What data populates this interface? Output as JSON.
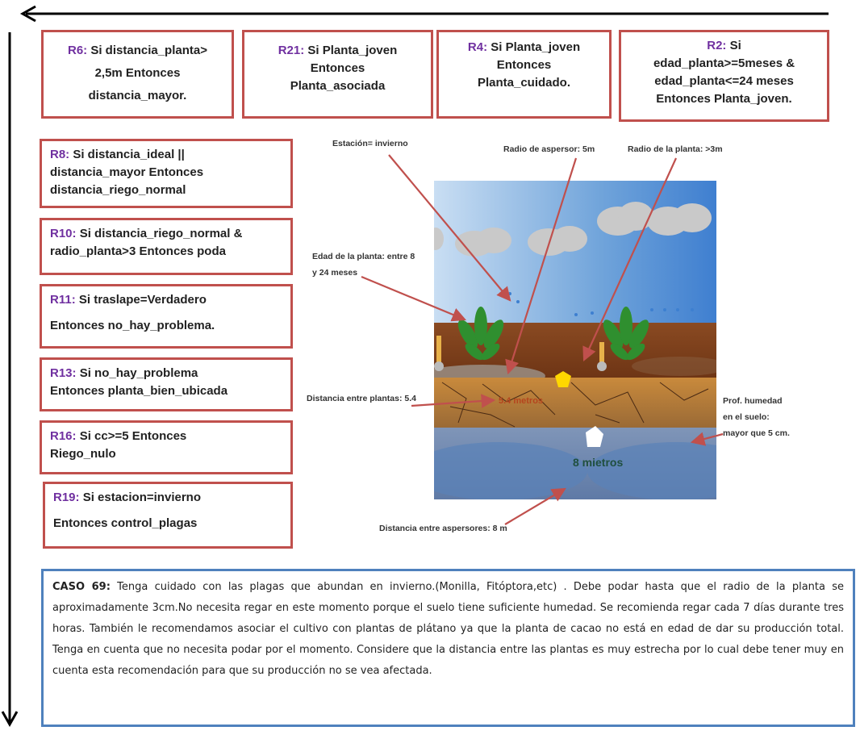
{
  "rules": {
    "r6": {
      "id": "R6:",
      "line1": "Si distancia_planta>",
      "line2": "2,5m Entonces",
      "line3": "distancia_mayor."
    },
    "r21": {
      "id": "R21:",
      "line1": "Si Planta_joven",
      "line2": "Entonces",
      "line3": "Planta_asociada"
    },
    "r4": {
      "id": "R4:",
      "line1": "Si Planta_joven",
      "line2": "Entonces",
      "line3": "Planta_cuidado."
    },
    "r2": {
      "id": "R2:",
      "line1": "Si",
      "line2": "edad_planta>=5meses &",
      "line3": "edad_planta<=24 meses",
      "line4": "Entonces Planta_joven."
    },
    "r8": {
      "id": "R8:",
      "line1": "Si distancia_ideal ||",
      "line2": "distancia_mayor Entonces",
      "line3": "distancia_riego_normal"
    },
    "r10": {
      "id": "R10:",
      "line1": "Si distancia_riego_normal &",
      "line2": "radio_planta>3 Entonces poda"
    },
    "r11": {
      "id": "R11:",
      "line1": "Si traslape=Verdadero",
      "line2": "Entonces no_hay_problema."
    },
    "r13": {
      "id": "R13:",
      "line1": "Si no_hay_problema",
      "line2": "Entonces planta_bien_ubicada"
    },
    "r16": {
      "id": "R16:",
      "line1": "Si cc>=5 Entonces",
      "line2": "Riego_nulo"
    },
    "r19": {
      "id": "R19:",
      "line1": "Si estacion=invierno",
      "line2": "Entonces control_plagas"
    }
  },
  "labels": {
    "estacion": "Estación= invierno",
    "radio_aspersor": "Radio de aspersor: 5m",
    "radio_planta": "Radio de la planta: >3m",
    "edad_planta_1": "Edad de la planta: entre 8",
    "edad_planta_2": "y 24 meses",
    "distancia_plantas": "Distancia entre plantas: 5.4",
    "prof_humedad_1": "Prof. humedad",
    "prof_humedad_2": "en el suelo:",
    "prof_humedad_3": "mayor que 5 cm.",
    "distancia_aspersores": "Distancia entre aspersores: 8 m",
    "scene_metros_small": "5.4 metros",
    "scene_metros_big": "8 mietros"
  },
  "case": {
    "title": "CASO 69:",
    "text": "Tenga cuidado con las plagas que abundan en invierno.(Monilla, Fitóptora,etc) . Debe podar hasta que el radio de la planta se aproximadamente 3cm.No necesita regar en este momento porque el suelo tiene suficiente humedad. Se recomienda regar cada 7 días durante tres horas. También le recomendamos asociar el cultivo con plantas de plátano ya que la planta de cacao no está en edad de dar su producción total. Tenga en cuenta que no necesita podar por el momento. Considere que la distancia entre las plantas es muy estrecha por lo cual debe tener muy en cuenta esta recomendación para que su producción no se vea afectada."
  },
  "colors": {
    "rule_border": "#c0504d",
    "rule_id": "#7030a0",
    "case_border": "#4f81bd",
    "arrow": "#c0504d"
  }
}
